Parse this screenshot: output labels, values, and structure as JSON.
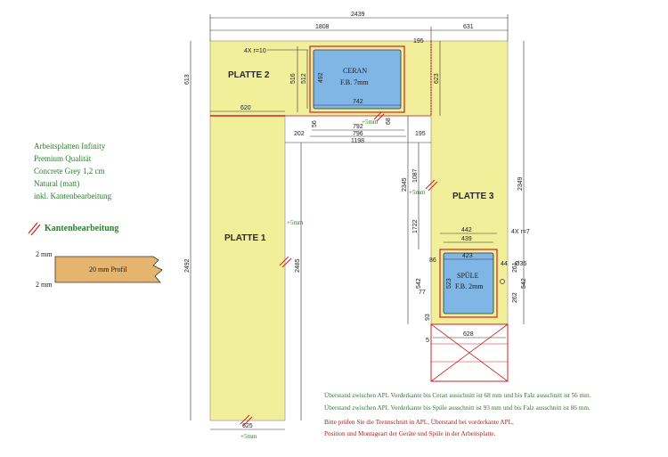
{
  "plates": {
    "p1": "PLATTE 1",
    "p2": "PLATTE 2",
    "p3": "PLATTE 3"
  },
  "ceran": {
    "name": "CERAN",
    "fb": "F.B. 7mm",
    "w": "742",
    "h": "492"
  },
  "spuele": {
    "name": "SPÜLE",
    "fb": "F.B. 2mm",
    "w": "423",
    "h": "523"
  },
  "dims": {
    "d2439": "2439",
    "d1808": "1808",
    "d631": "631",
    "d195a": "195",
    "d4xr10": "4X r=10",
    "d516": "516",
    "d512": "512",
    "d613": "613",
    "d620": "620",
    "d623": "623",
    "d56": "56",
    "d68": "68",
    "d792": "792",
    "d796": "796",
    "d1198": "1198",
    "d202": "202",
    "d195b": "195",
    "d2345": "2345",
    "d1087": "1087",
    "d2349": "2349",
    "d1722": "1722",
    "d442": "442",
    "d439": "439",
    "d4xr7": "4X r=7",
    "d86": "86",
    "d44": "44",
    "d36": "Ø36",
    "d261": "261",
    "d542a": "542",
    "d542b": "542",
    "d262": "262",
    "d77": "77",
    "d93": "93",
    "d5": "5",
    "d628": "628",
    "d2492": "2492",
    "d2485": "2485",
    "d625": "625"
  },
  "plus5": {
    "a": "+5mm",
    "b": "+5mm",
    "c": "+5mm",
    "d": "+5mm"
  },
  "info": {
    "l1": "Arbeitsplatten Infinity",
    "l2": "Premium Qualität",
    "l3": "Concrete Grey 1,2 cm",
    "l4": "Natural (matt)",
    "l5": "inkl. Kantenbearbeitung"
  },
  "kanten": "Kantenbearbeitung",
  "profile": {
    "label": "20 mm Profil",
    "top": "2 mm",
    "bottom": "2 mm"
  },
  "notes": {
    "n1": "Überstand zwischen APL Vorderkante bis Ceran ausschnitt ist 68 mm und bis Falz ausschnitt ist 56 mm.",
    "n2": "Überstand zwischen APL Vorderkante bis Spüle ausschnitt ist 93 mm und bis Falz ausschnitt ist 86 mm.",
    "n3": "Bitte prüfen Sie die Trennschnitt in APL, Überstand bei vorderkante APL,",
    "n4": "Position und Montageart der Geräte und Spüle in der Arbeitsplatte."
  },
  "colors": {
    "plate": "#f2ef9a",
    "sink": "#7fb6e6",
    "red": "#cc2222",
    "green": "#2e7d2e"
  }
}
